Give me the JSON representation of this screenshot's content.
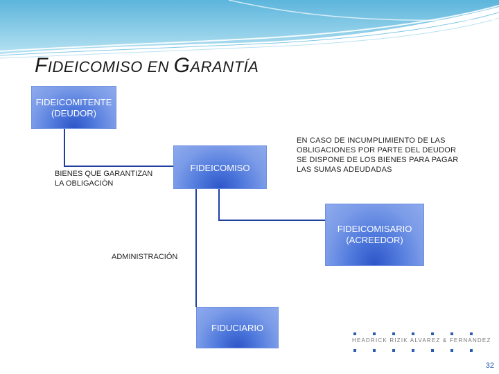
{
  "slide": {
    "title_big_1": "F",
    "title_small_1": "IDEICOMISO EN ",
    "title_big_2": "G",
    "title_small_2": "ARANTÍA",
    "page_number": "32"
  },
  "nodes": {
    "fideicomitente": "FIDEICOMITENTE\n(DEUDOR)",
    "fideicomiso": "FIDEICOMISO",
    "fideicomisario": "FIDEICOMISARIO\n(ACREEDOR)",
    "fiduciario": "FIDUCIARIO"
  },
  "labels": {
    "bienes": "BIENES QUE GARANTIZAN\nLA OBLIGACIÓN",
    "administracion": "ADMINISTRACIÓN",
    "incumplimiento": "EN CASO DE INCUMPLIMIENTO DE LAS\nOBLIGACIONES POR PARTE DEL DEUDOR\nSE DISPONE DE LOS BIENES PARA PAGAR\nLAS SUMAS ADEUDADAS"
  },
  "logo": {
    "text": "HEADRICK  RIZIK  ALVAREZ  &  FERNANDEZ"
  },
  "colors": {
    "box_dark": "#2d55c8",
    "box_light": "#8eaaed",
    "connector": "#1e3f9e",
    "wave": "#4fb3d9",
    "logo_accent": "#2a5db0"
  }
}
